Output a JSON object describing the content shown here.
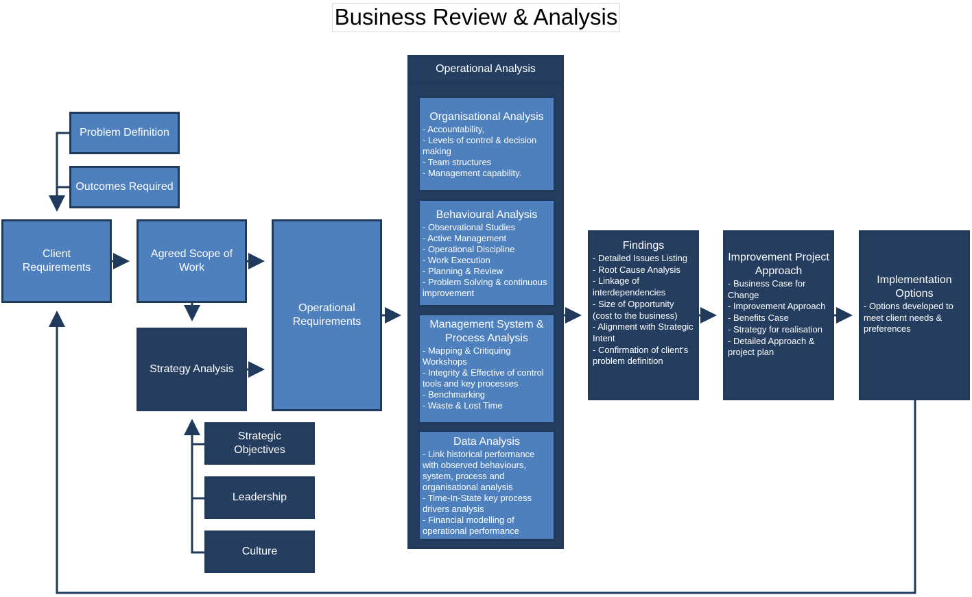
{
  "title": "Business Review & Analysis",
  "colors": {
    "light_box": "#4e80bd",
    "dark_box": "#253e60",
    "connector": "#1f3a5a"
  },
  "nodes": {
    "problem_definition": "Problem Definition",
    "outcomes_required": "Outcomes Required",
    "client_requirements": "Client Requirements",
    "agreed_scope": "Agreed Scope of Work",
    "strategy_analysis": "Strategy Analysis",
    "operational_requirements": "Operational Requirements",
    "strategic_objectives": "Strategic Objectives",
    "leadership": "Leadership",
    "culture": "Culture"
  },
  "operational_analysis": {
    "title": "Operational Analysis",
    "sections": [
      {
        "heading": "Organisational Analysis",
        "text": "- Accountability,\n- Levels of control & decision making\n- Team structures\n- Management capability."
      },
      {
        "heading": "Behavioural Analysis",
        "text": "- Observational Studies\n- Active Management\n- Operational Discipline\n- Work Execution\n- Planning & Review\n- Problem Solving & continuous improvement"
      },
      {
        "heading": "Management System & Process Analysis",
        "text": "- Mapping & Critiquing Workshops\n- Integrity & Effective of control tools and key processes\n- Benchmarking\n- Waste & Lost Time"
      },
      {
        "heading": "Data Analysis",
        "text": "- Link historical performance with observed behaviours, system, process and organisational analysis\n- Time-In-State key process drivers analysis\n- Financial modelling of operational performance"
      }
    ]
  },
  "findings": {
    "heading": "Findings",
    "text": "- Detailed Issues Listing\n- Root Cause Analysis\n- Linkage of interdependencies\n- Size of Opportunity (cost to the business)\n- Alignment with Strategic Intent\n- Confirmation of client’s problem definition"
  },
  "improvement": {
    "heading": "Improvement Project Approach",
    "text": "- Business Case for Change\n- Improvement Approach\n- Benefits Case\n- Strategy for realisation\n- Detailed Approach & project plan"
  },
  "implementation": {
    "heading": "Implementation Options",
    "text": "- Options developed to meet client needs & preferences"
  }
}
